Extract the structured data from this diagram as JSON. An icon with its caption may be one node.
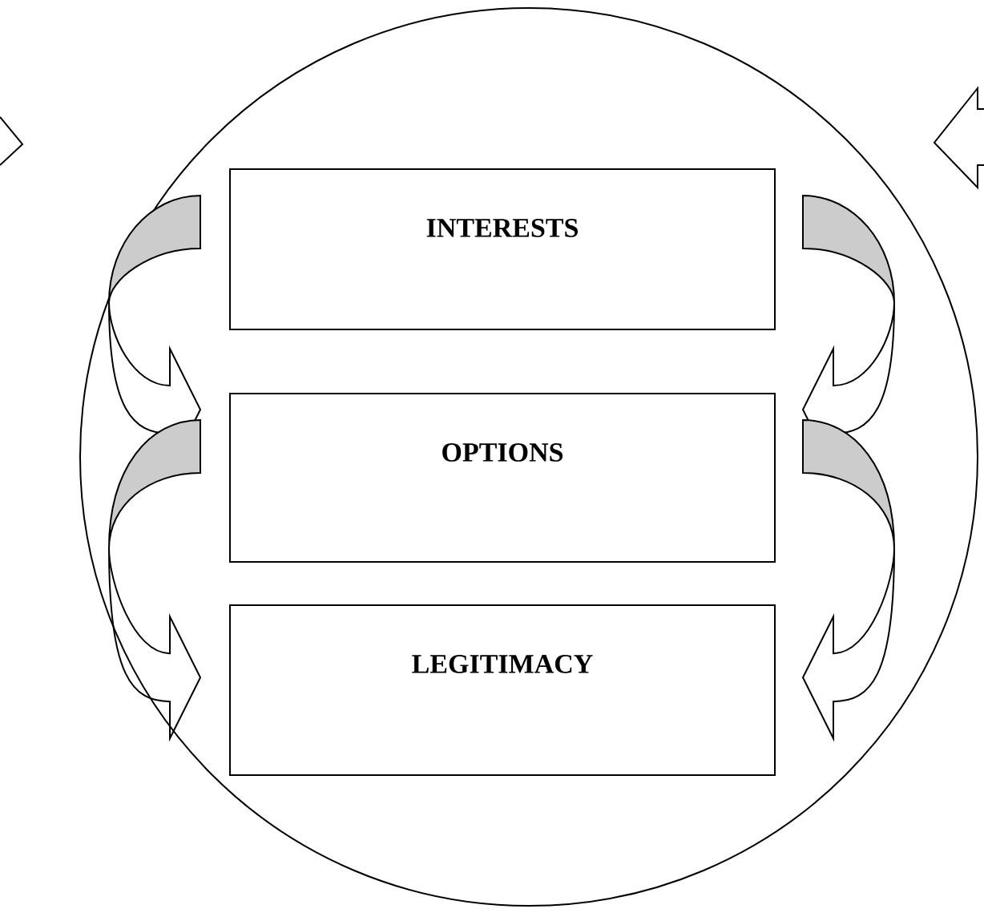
{
  "diagram": {
    "nodes": [
      {
        "text": [],
        "shape": "circle"
      },
      {
        "text": [
          "INTERESTS"
        ],
        "in": 0
      },
      {
        "text": [
          "OPTIONS"
        ],
        "in": 0
      },
      {
        "text": [
          "LEGITIMACY"
        ],
        "in": 0
      }
    ],
    "edges": [
      {
        "from": 1,
        "to": 2,
        "arrow": "to"
      },
      {
        "from": 1,
        "to": 2,
        "arrow": "to"
      },
      {
        "from": 2,
        "to": 3,
        "arrow": "to"
      },
      {
        "from": 2,
        "to": 3,
        "arrow": "to"
      }
    ]
  }
}
